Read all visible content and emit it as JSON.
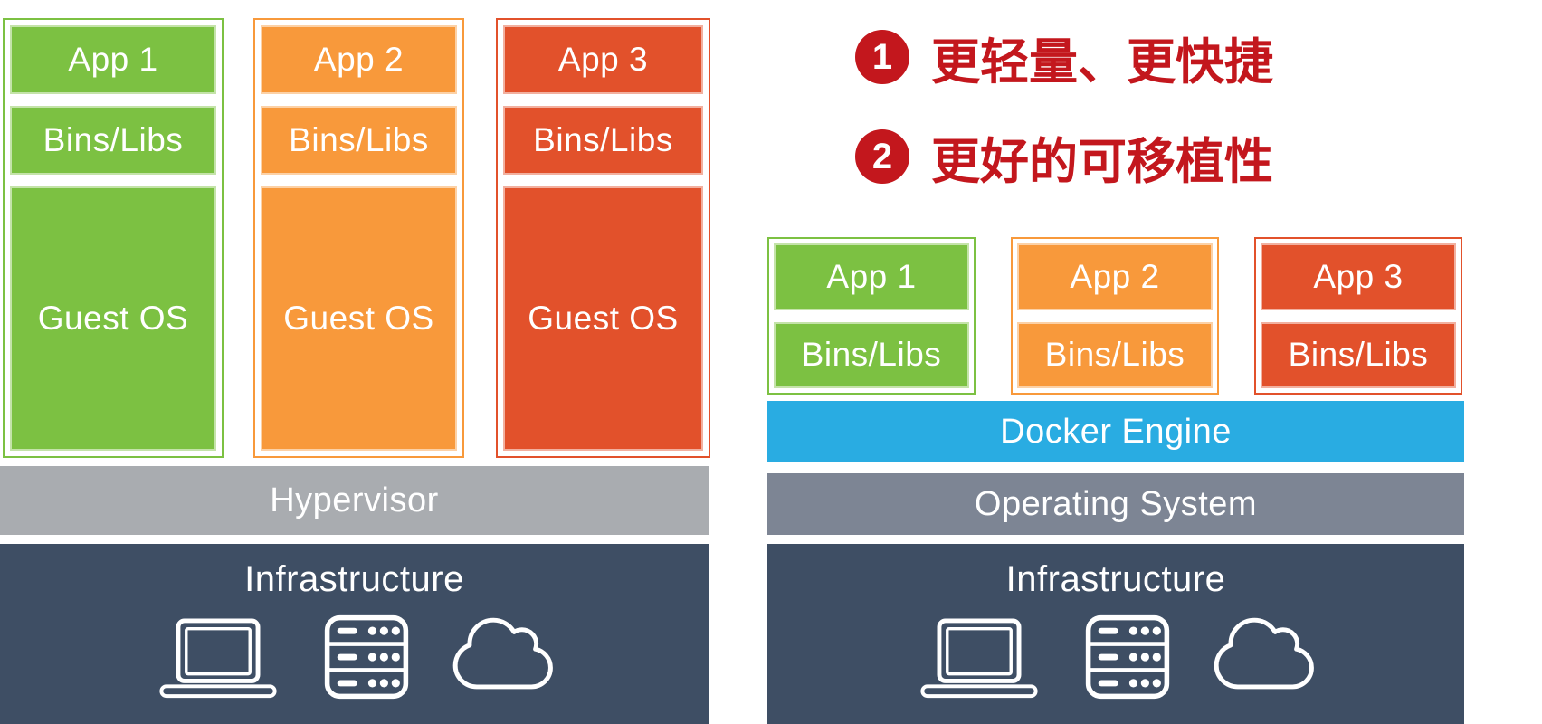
{
  "colors": {
    "green": "#7cc142",
    "orange": "#f8993b",
    "red_orange": "#e2512b",
    "docker_blue": "#29ace2",
    "hypervisor_gray": "#a9acb0",
    "os_gray": "#7d8594",
    "infra_navy": "#3e4e64",
    "accent_red": "#c3171d"
  },
  "vm_stack": {
    "columns": [
      {
        "color": "green",
        "app_label": "App 1",
        "bins_label": "Bins/Libs",
        "os_label": "Guest OS"
      },
      {
        "color": "orange",
        "app_label": "App 2",
        "bins_label": "Bins/Libs",
        "os_label": "Guest OS"
      },
      {
        "color": "red_orange",
        "app_label": "App 3",
        "bins_label": "Bins/Libs",
        "os_label": "Guest OS"
      }
    ],
    "hypervisor_label": "Hypervisor",
    "infrastructure_label": "Infrastructure"
  },
  "container_stack": {
    "features": [
      {
        "number": "1",
        "text": "更轻量、更快捷"
      },
      {
        "number": "2",
        "text": "更好的可移植性"
      }
    ],
    "columns": [
      {
        "color": "green",
        "app_label": "App 1",
        "bins_label": "Bins/Libs"
      },
      {
        "color": "orange",
        "app_label": "App 2",
        "bins_label": "Bins/Libs"
      },
      {
        "color": "red_orange",
        "app_label": "App 3",
        "bins_label": "Bins/Libs"
      }
    ],
    "docker_engine_label": "Docker Engine",
    "operating_system_label": "Operating System",
    "infrastructure_label": "Infrastructure"
  },
  "icons": {
    "laptop": "laptop-icon",
    "server": "server-rack-icon",
    "cloud": "cloud-icon"
  }
}
